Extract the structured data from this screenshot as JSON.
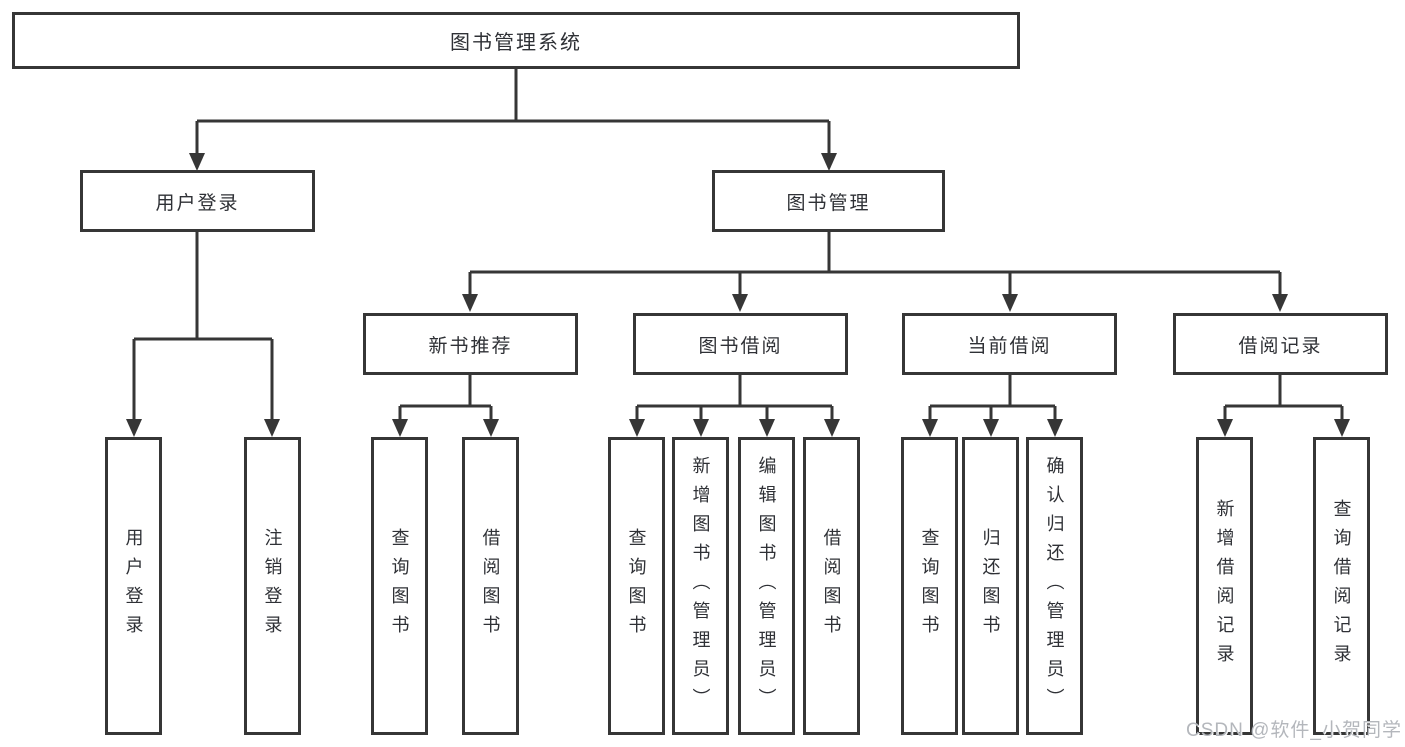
{
  "diagram": {
    "title": "图书管理系统",
    "root": {
      "label": "图书管理系统"
    },
    "level2": {
      "user_login": {
        "label": "用户登录"
      },
      "book_mgmt": {
        "label": "图书管理"
      }
    },
    "level3": {
      "new_book_rec": {
        "label": "新书推荐"
      },
      "book_borrow": {
        "label": "图书借阅"
      },
      "current_borrow": {
        "label": "当前借阅"
      },
      "borrow_records": {
        "label": "借阅记录"
      }
    },
    "leaves": {
      "user_login": {
        "label": "用户登录",
        "parent": "用户登录"
      },
      "logout": {
        "label": "注销登录",
        "parent": "用户登录"
      },
      "query_book_rec": {
        "label": "查询图书",
        "parent": "新书推荐"
      },
      "borrow_book_rec": {
        "label": "借阅图书",
        "parent": "新书推荐"
      },
      "query_book_borrow": {
        "label": "查询图书",
        "parent": "图书借阅"
      },
      "add_book": {
        "label": "新增图书（管理员）",
        "parent": "图书借阅"
      },
      "edit_book": {
        "label": "编辑图书（管理员）",
        "parent": "图书借阅"
      },
      "borrow_book": {
        "label": "借阅图书",
        "parent": "图书借阅"
      },
      "query_book_current": {
        "label": "查询图书",
        "parent": "当前借阅"
      },
      "return_book": {
        "label": "归还图书",
        "parent": "当前借阅"
      },
      "confirm_return": {
        "label": "确认归还（管理员）",
        "parent": "当前借阅"
      },
      "add_record": {
        "label": "新增借阅记录",
        "parent": "借阅记录"
      },
      "query_record": {
        "label": "查询借阅记录",
        "parent": "借阅记录"
      }
    }
  },
  "watermark": {
    "text": "CSDN @软件_小贺同学"
  },
  "colors": {
    "line": "#363636",
    "box_border": "#363636",
    "text": "#2f3136",
    "watermark": "#b4b7bc",
    "background": "#ffffff"
  }
}
